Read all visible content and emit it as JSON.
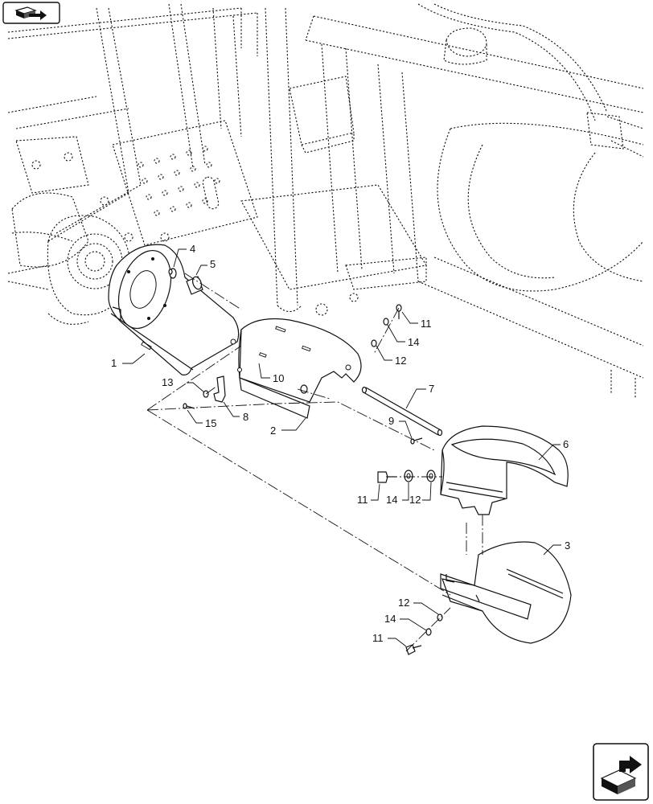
{
  "diagram": {
    "type": "exploded-parts-view",
    "callouts": [
      {
        "id": "c1",
        "label": "1"
      },
      {
        "id": "c2",
        "label": "2"
      },
      {
        "id": "c3",
        "label": "3"
      },
      {
        "id": "c4",
        "label": "4"
      },
      {
        "id": "c5",
        "label": "5"
      },
      {
        "id": "c6",
        "label": "6"
      },
      {
        "id": "c7",
        "label": "7"
      },
      {
        "id": "c8",
        "label": "8"
      },
      {
        "id": "c9",
        "label": "9"
      },
      {
        "id": "c10",
        "label": "10"
      },
      {
        "id": "c11a",
        "label": "11"
      },
      {
        "id": "c11b",
        "label": "11"
      },
      {
        "id": "c11c",
        "label": "11"
      },
      {
        "id": "c12a",
        "label": "12"
      },
      {
        "id": "c12b",
        "label": "12"
      },
      {
        "id": "c12c",
        "label": "12"
      },
      {
        "id": "c13",
        "label": "13"
      },
      {
        "id": "c14a",
        "label": "14"
      },
      {
        "id": "c14b",
        "label": "14"
      },
      {
        "id": "c14c",
        "label": "14"
      },
      {
        "id": "c15",
        "label": "15"
      }
    ]
  },
  "icons": {
    "top_left": "previous-page-icon",
    "bottom_right": "next-page-icon"
  }
}
